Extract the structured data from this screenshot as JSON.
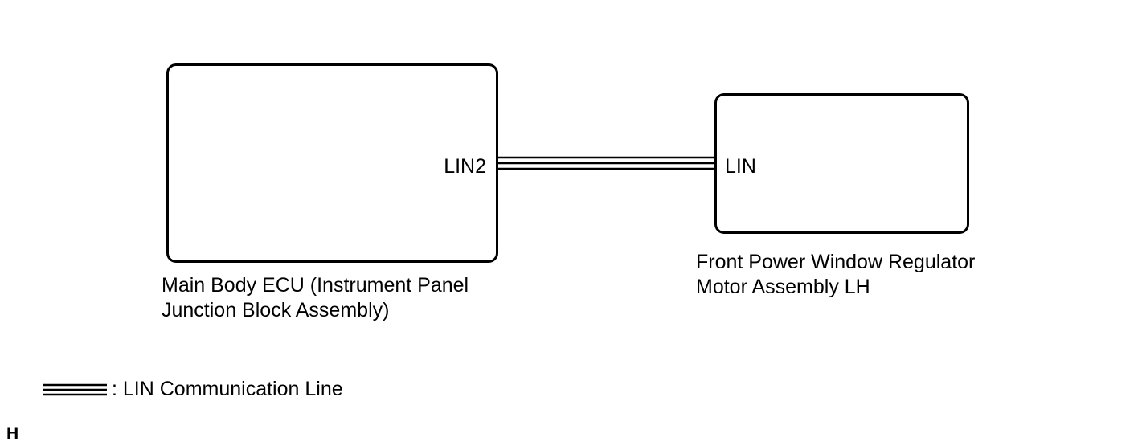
{
  "components": {
    "ecu": {
      "name_lines": [
        "Main Body ECU (Instrument Panel",
        "Junction Block Assembly)"
      ],
      "pin": "LIN2"
    },
    "motor": {
      "name_lines": [
        "Front Power Window Regulator",
        "Motor Assembly LH"
      ],
      "pin": "LIN"
    }
  },
  "legend": {
    "text": ": LIN Communication Line"
  },
  "corner_mark": "H",
  "colors": {
    "line": "#000000",
    "background": "#ffffff"
  }
}
